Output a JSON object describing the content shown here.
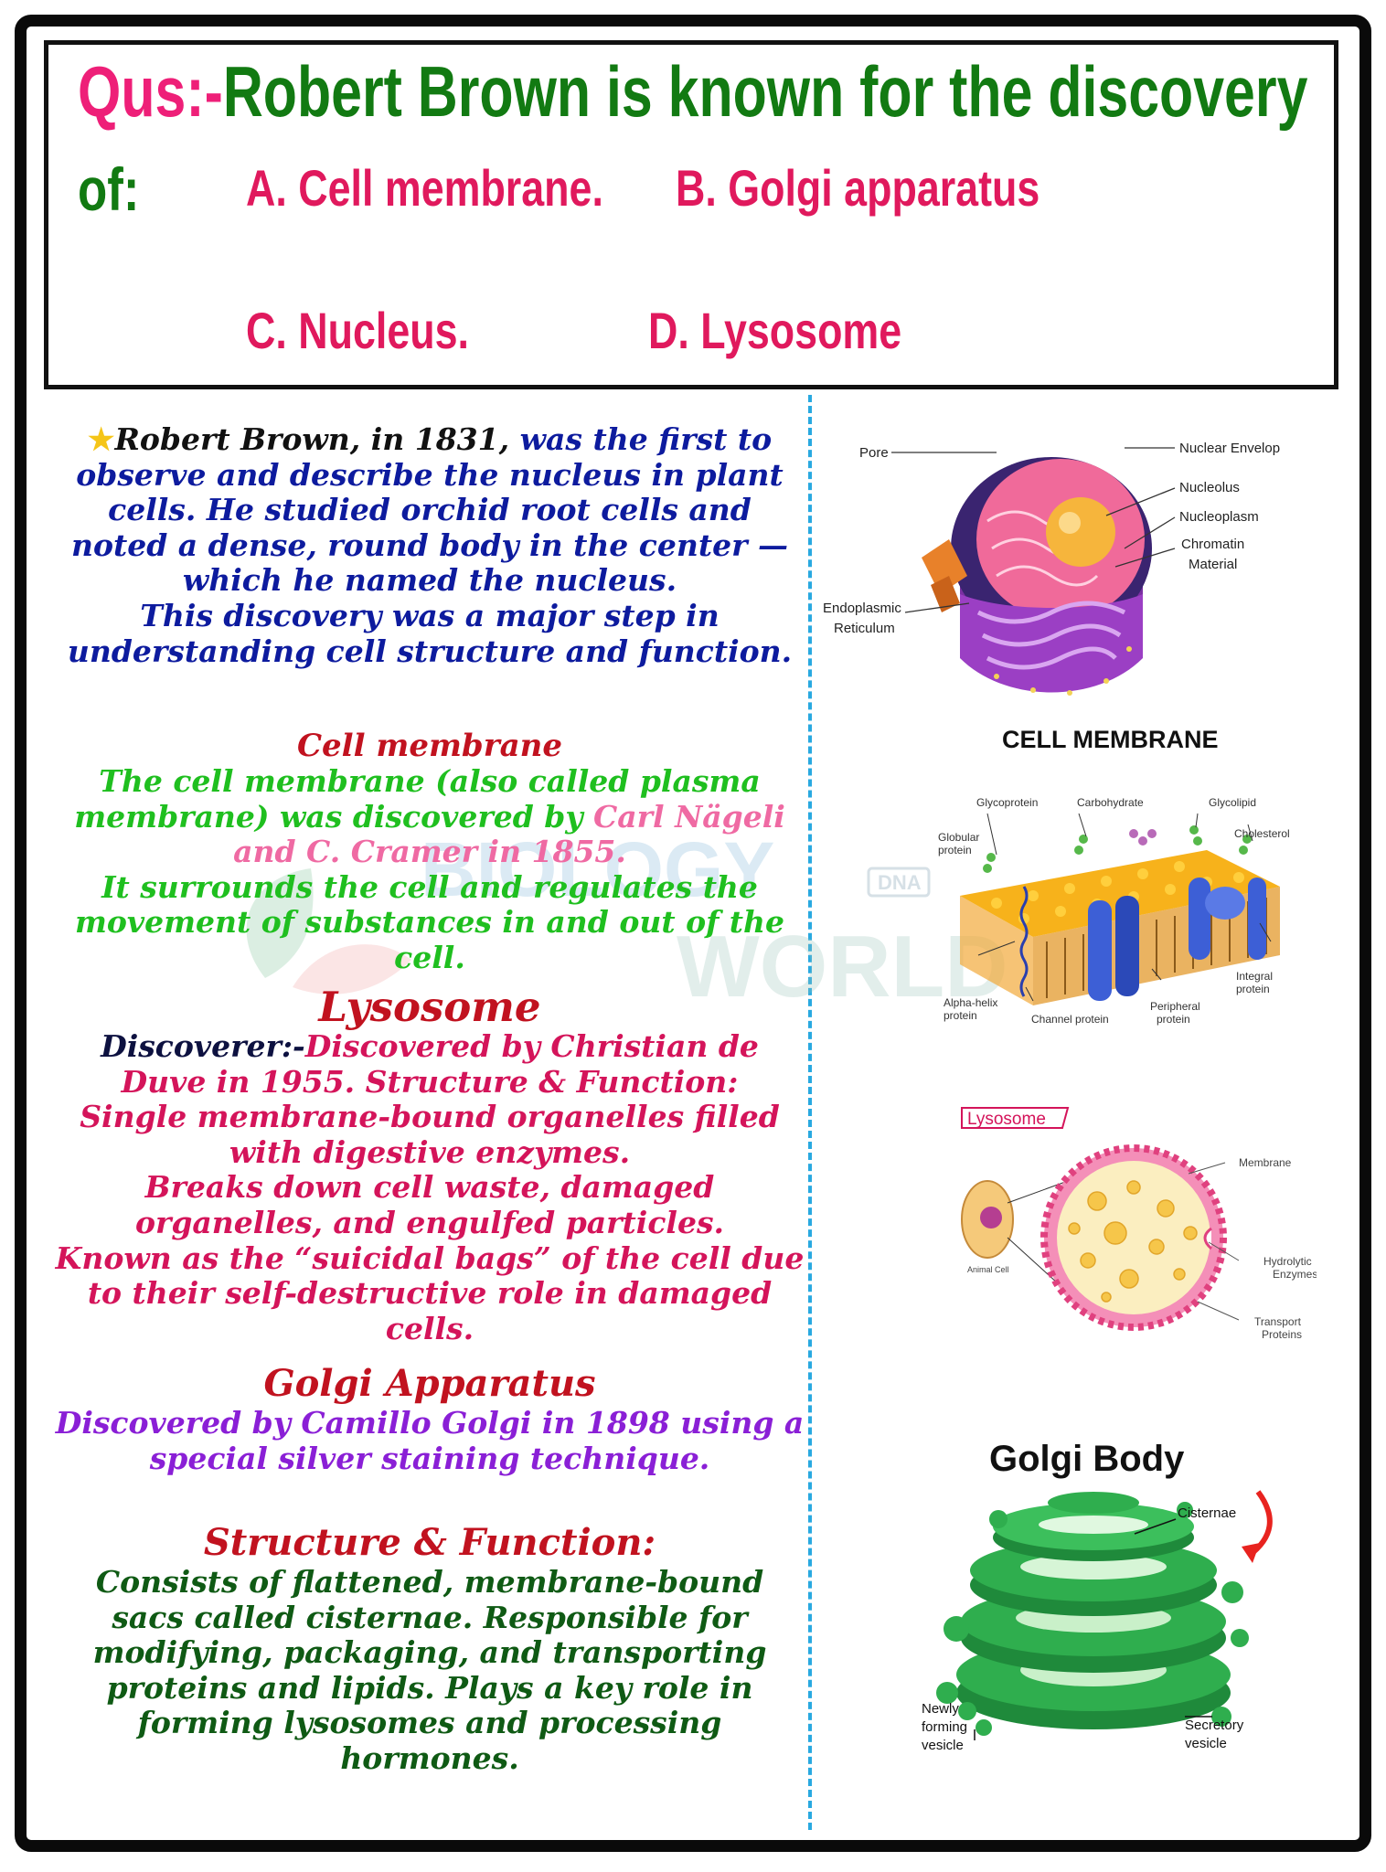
{
  "question": {
    "prefix": "Qus:-",
    "text_line1": "Robert Brown is known for the discovery",
    "text_line2": "of:",
    "options": [
      {
        "label": "A. Cell membrane."
      },
      {
        "label": "B. Golgi apparatus"
      },
      {
        "label": "C. Nucleus."
      },
      {
        "label": "D. Lysosome"
      }
    ]
  },
  "explanation": {
    "robert_brown": {
      "star_icon": "star-icon",
      "lead": "Robert Brown, in 1831,",
      "body": " was the first to observe and describe the nucleus in plant cells. He studied orchid root cells and noted a dense, round body in the center — which he named the nucleus.",
      "body2": "This discovery was a major step in understanding cell structure and function."
    },
    "cell_membrane": {
      "heading": "Cell membrane",
      "body_a": "The cell membrane (also called plasma membrane) was discovered by ",
      "body_names": "Carl Nägeli and C. Cramer in 1855.",
      "body_b": "It surrounds the cell and regulates the movement of substances in and out of the cell."
    },
    "lysosome": {
      "heading": "Lysosome",
      "discoverer_label": "Discoverer:-",
      "discoverer_text": "Discovered by Christian de Duve in 1955. Structure & Function:",
      "body": "Single membrane-bound organelles filled with digestive enzymes.",
      "body2": "Breaks down cell waste, damaged organelles, and engulfed particles.",
      "body3": "Known as the “suicidal bags” of the cell due to their self-destructive role in damaged cells."
    },
    "golgi": {
      "heading": "Golgi Apparatus",
      "body": "Discovered by Camillo Golgi in 1898 using a special silver staining technique.",
      "sf_heading": "Structure & Function:",
      "sf_body": "Consists of flattened, membrane-bound sacs called cisternae. Responsible for modifying, packaging, and transporting proteins and lipids. Plays a key role in forming lysosomes and processing hormones."
    }
  },
  "figures": {
    "nucleus": {
      "labels": {
        "pore": "Pore",
        "nuclear_envelop": "Nuclear Envelop",
        "nucleolus": "Nucleolus",
        "nucleoplasm": "Nucleoplasm",
        "chromatin_1": "Chromatin",
        "chromatin_2": "Material",
        "er_1": "Endoplasmic",
        "er_2": "Reticulum"
      }
    },
    "cell_membrane": {
      "title": "CELL MEMBRANE",
      "labels": {
        "glycoprotein": "Glycoprotein",
        "carbohydrate": "Carbohydrate",
        "glycolipid": "Glycolipid",
        "cholesterol": "Cholesterol",
        "globular_1": "Globular",
        "globular_2": "protein",
        "alpha_1": "Alpha-helix",
        "alpha_2": "protein",
        "channel": "Channel protein",
        "peripheral_1": "Peripheral",
        "peripheral_2": "protein",
        "integral_1": "Integral",
        "integral_2": "protein"
      }
    },
    "lysosome": {
      "title": "Lysosome",
      "labels": {
        "membrane": "Membrane",
        "animal_cell": "Animal Cell",
        "hydrolytic_1": "Hydrolytic",
        "hydrolytic_2": "Enzymes",
        "transport_1": "Transport",
        "transport_2": "Proteins"
      }
    },
    "golgi": {
      "title": "Golgi Body",
      "labels": {
        "cisternae": "Cisternae",
        "newly_1": "Newly",
        "newly_2": "forming",
        "newly_3": "vesicle",
        "secretory_1": "Secretory",
        "secretory_2": "vesicle"
      }
    }
  },
  "watermark": {
    "word1": "BIOLOGY",
    "word2": "WORLD",
    "badge": "DNA"
  },
  "colors": {
    "pink": "#ee1f78",
    "green": "#127a12",
    "navy": "#0d1b9e",
    "maroon": "#c1121f",
    "bright_green": "#1fbf1f",
    "light_pink": "#ef6aa3",
    "magenta": "#d4145a",
    "purple": "#8a1fd6",
    "dark_green": "#0f5a14",
    "divider_blue": "#29a9e0"
  }
}
